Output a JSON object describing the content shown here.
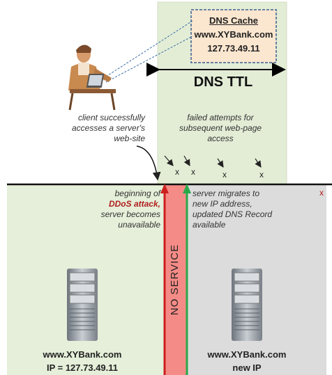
{
  "dns_cache": {
    "title": "DNS Cache",
    "domain": "www.XYBank.com",
    "ip": "127.73.49.11"
  },
  "dns_ttl_label": "DNS TTL",
  "client_note": "client successfully accesses a server's web-site",
  "failed_note": "failed attempts for subsequent web-page access",
  "failed_marks": [
    "x",
    "x",
    "x",
    "x",
    "x"
  ],
  "attack_note": {
    "prefix": "beginning of",
    "highlight": "DDoS attack,",
    "suffix": "server becomes unavailable"
  },
  "migration_note": "server migrates to new IP address, updated DNS Record available",
  "no_service_label": "NO SERVICE",
  "old_server": {
    "name": "www.XYBank.com",
    "ip": "IP = 127.73.49.11"
  },
  "new_server": {
    "name": "www.XYBank.com",
    "ip": "new IP"
  },
  "colors": {
    "ttl_band": "#e3edd6",
    "cache_box": "#fbe6cf",
    "left_panel": "#e5efd9",
    "right_panel": "#dcdcdc",
    "no_service_band": "#f58b86",
    "attack_arrow": "#cc1f1f",
    "migration_arrow": "#2aa84a",
    "attack_text": "#b01e1e"
  }
}
